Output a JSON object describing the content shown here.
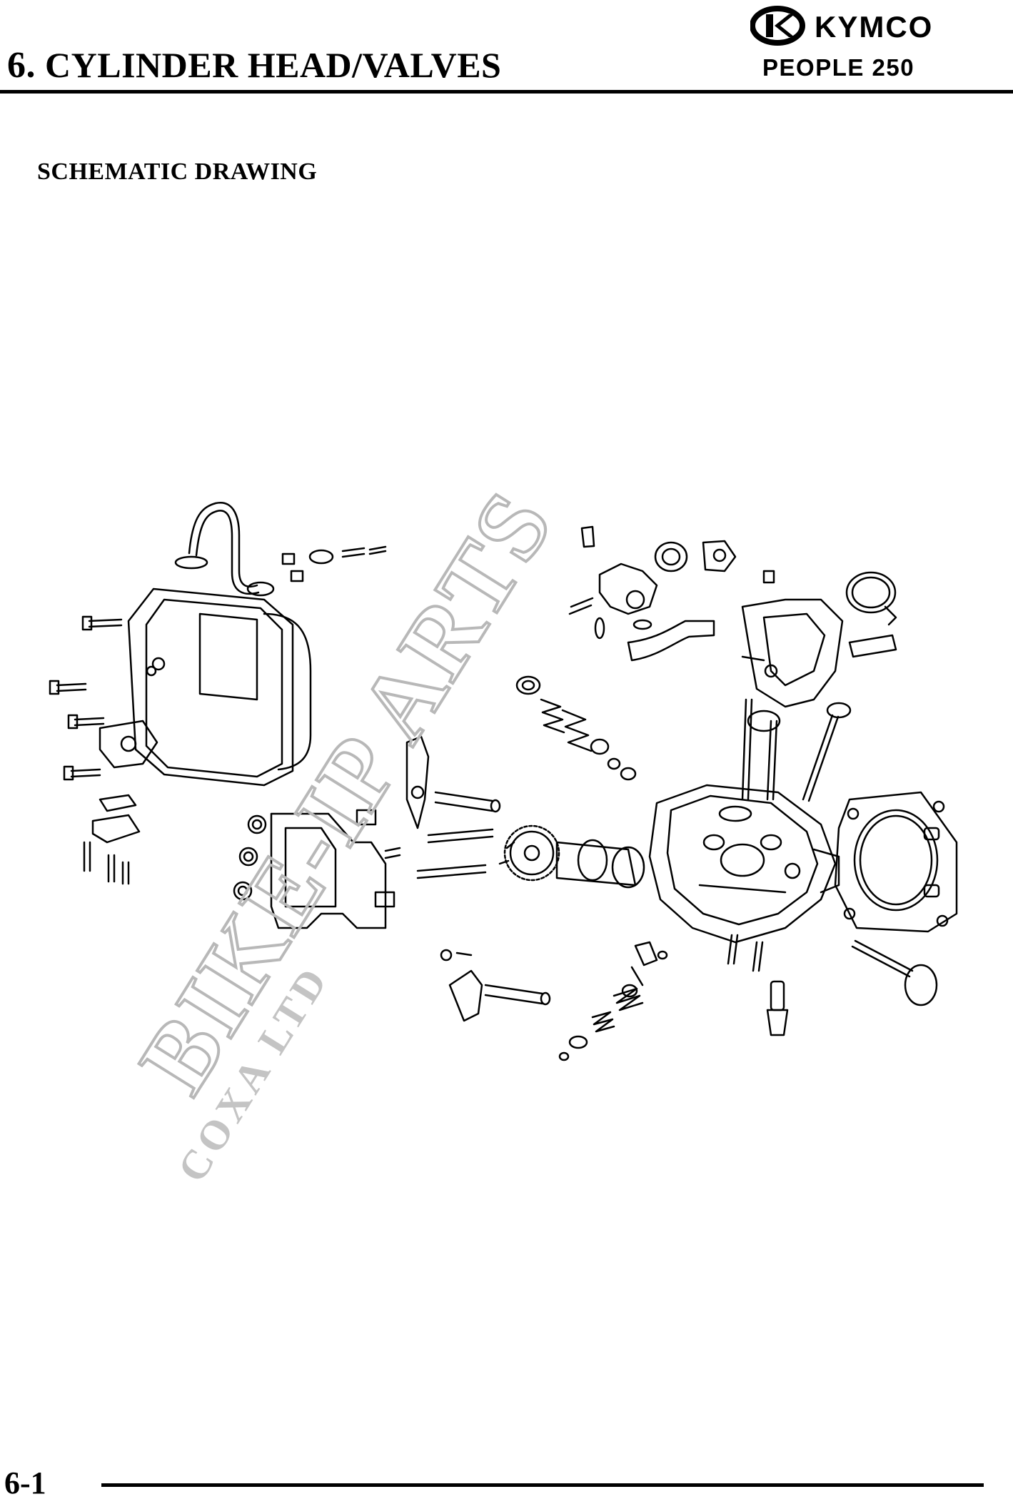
{
  "header": {
    "chapter_number": "6.",
    "chapter_title": "CYLINDER HEAD/VALVES",
    "brand": "KYMCO",
    "model": "PEOPLE 250"
  },
  "section": {
    "title": "SCHEMATIC DRAWING"
  },
  "watermark": {
    "main": "BIKE-IP ARTS",
    "sub": "COXA LTD"
  },
  "footer": {
    "page_number": "6-1"
  }
}
